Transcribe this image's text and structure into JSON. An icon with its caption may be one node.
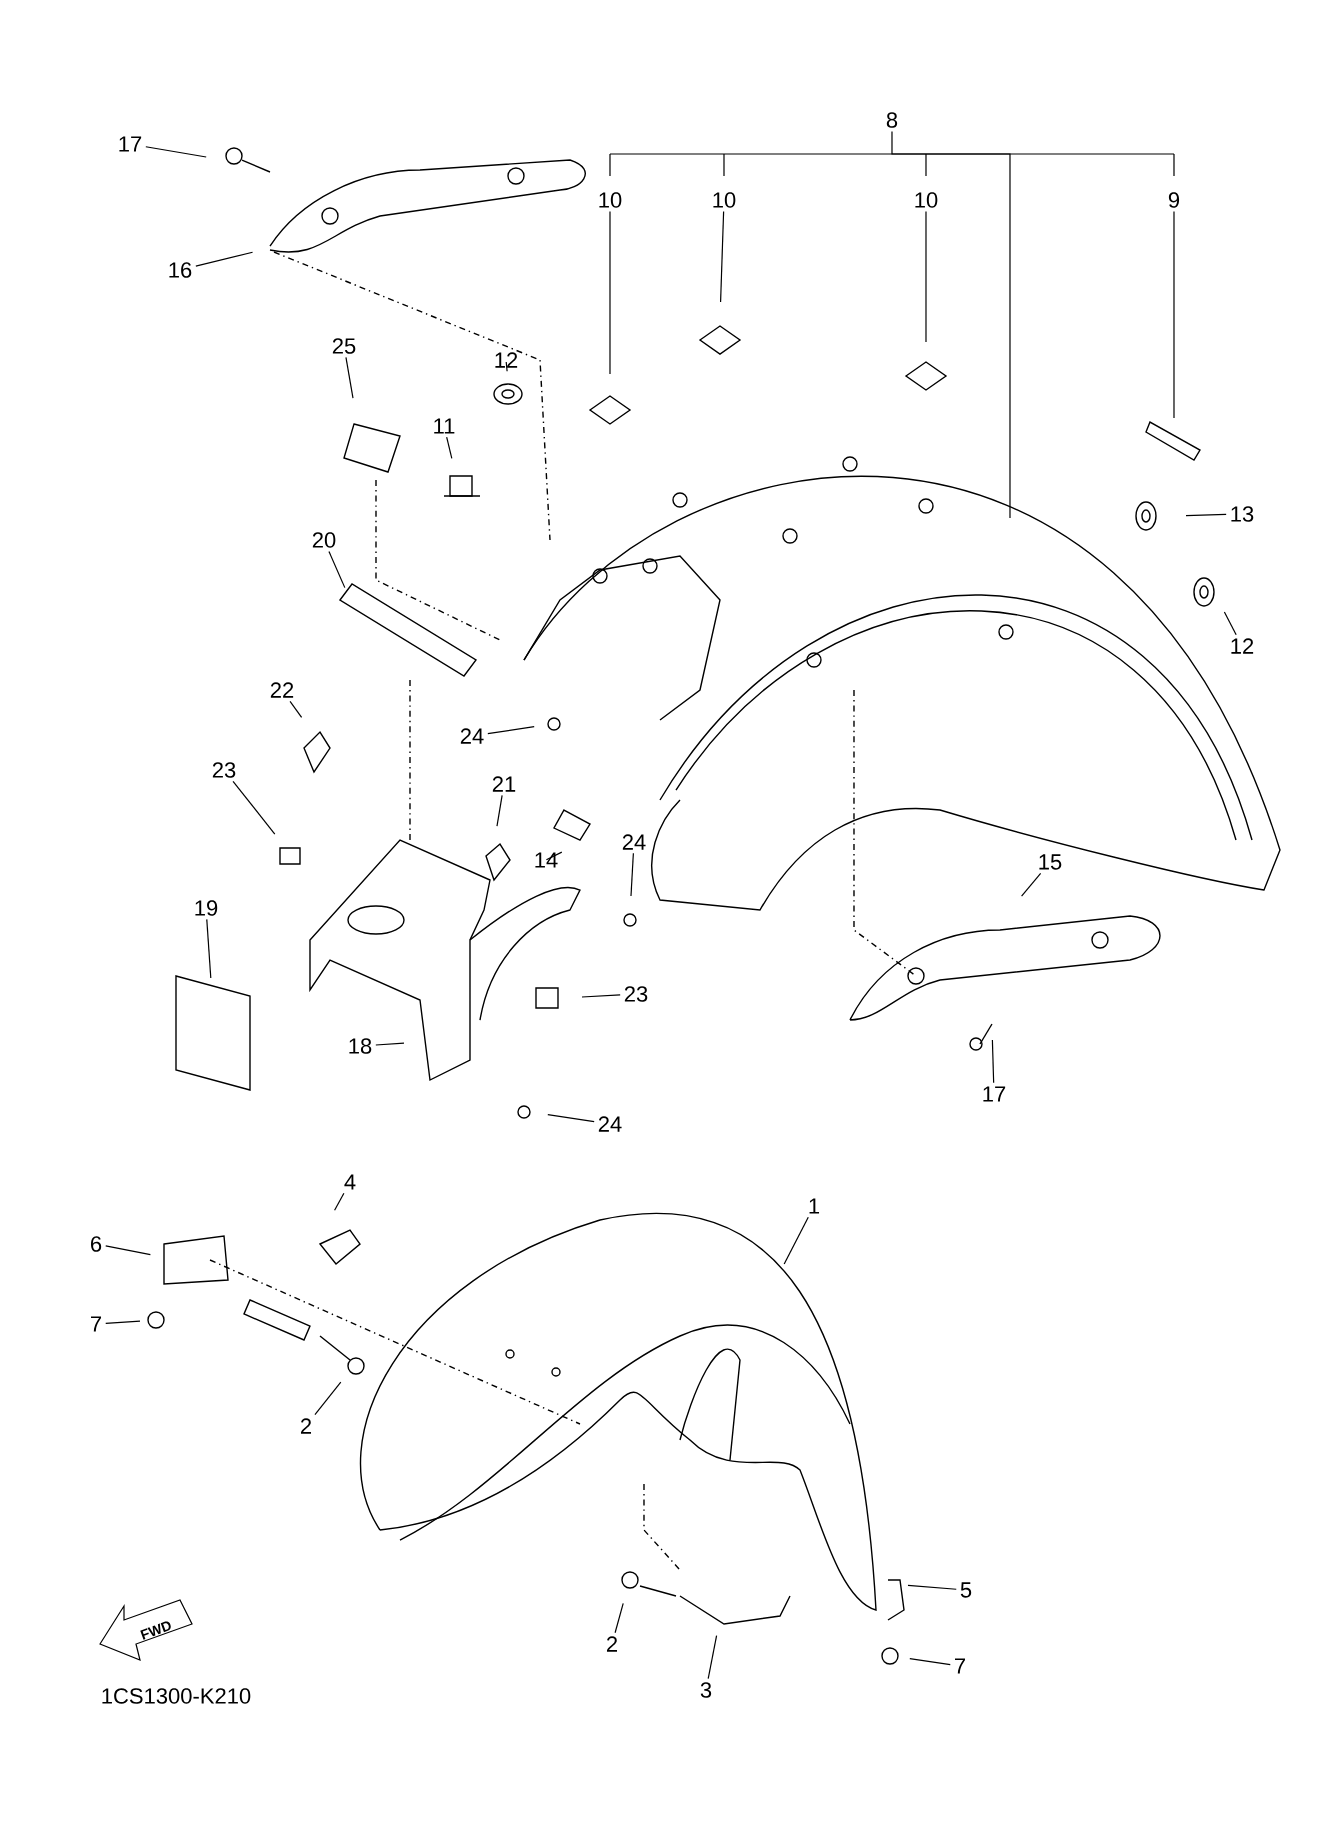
{
  "diagram": {
    "nodes": [
      {
        "text": [
          "17"
        ]
      },
      {
        "text": [
          "16"
        ]
      },
      {
        "text": [
          "8"
        ]
      },
      {
        "text": [
          "10"
        ]
      },
      {
        "text": [
          "10"
        ]
      },
      {
        "text": [
          "10"
        ]
      },
      {
        "text": [
          "9"
        ]
      },
      {
        "text": [
          "25"
        ]
      },
      {
        "text": [
          "12"
        ]
      },
      {
        "text": [
          "11"
        ]
      },
      {
        "text": [
          "20"
        ]
      },
      {
        "text": [
          "22"
        ]
      },
      {
        "text": [
          "24"
        ]
      },
      {
        "text": [
          "23"
        ]
      },
      {
        "text": [
          "21"
        ]
      },
      {
        "text": [
          "14"
        ]
      },
      {
        "text": [
          "24"
        ]
      },
      {
        "text": [
          "13"
        ]
      },
      {
        "text": [
          "12"
        ]
      },
      {
        "text": [
          "15"
        ]
      },
      {
        "text": [
          "19"
        ]
      },
      {
        "text": [
          "23"
        ]
      },
      {
        "text": [
          "18"
        ]
      },
      {
        "text": [
          "24"
        ]
      },
      {
        "text": [
          "17"
        ]
      },
      {
        "text": [
          "4"
        ]
      },
      {
        "text": [
          "1"
        ]
      },
      {
        "text": [
          "6"
        ]
      },
      {
        "text": [
          "7"
        ]
      },
      {
        "text": [
          "2"
        ]
      },
      {
        "text": [
          "5"
        ]
      },
      {
        "text": [
          "2"
        ]
      },
      {
        "text": [
          "3"
        ]
      },
      {
        "text": [
          "7"
        ]
      }
    ],
    "edges": [
      {
        "from": 0,
        "to": null,
        "arrow": "none"
      },
      {
        "from": 1,
        "to": null,
        "arrow": "none"
      },
      {
        "from": 2,
        "to": null,
        "arrow": "none"
      },
      {
        "from": 3,
        "to": null,
        "arrow": "none"
      },
      {
        "from": 4,
        "to": null,
        "arrow": "none"
      },
      {
        "from": 5,
        "to": null,
        "arrow": "none"
      },
      {
        "from": 6,
        "to": null,
        "arrow": "none"
      },
      {
        "from": 7,
        "to": null,
        "arrow": "none"
      },
      {
        "from": 8,
        "to": null,
        "arrow": "none"
      },
      {
        "from": 9,
        "to": null,
        "arrow": "none"
      },
      {
        "from": 10,
        "to": null,
        "arrow": "none"
      },
      {
        "from": 11,
        "to": null,
        "arrow": "none"
      },
      {
        "from": 12,
        "to": null,
        "arrow": "none"
      },
      {
        "from": 13,
        "to": null,
        "arrow": "none"
      },
      {
        "from": 14,
        "to": null,
        "arrow": "none"
      },
      {
        "from": 15,
        "to": null,
        "arrow": "none"
      },
      {
        "from": 16,
        "to": null,
        "arrow": "none"
      },
      {
        "from": 17,
        "to": null,
        "arrow": "none"
      },
      {
        "from": 18,
        "to": null,
        "arrow": "none"
      },
      {
        "from": 19,
        "to": null,
        "arrow": "none"
      },
      {
        "from": 20,
        "to": null,
        "arrow": "none"
      },
      {
        "from": 21,
        "to": null,
        "arrow": "none"
      },
      {
        "from": 22,
        "to": null,
        "arrow": "none"
      },
      {
        "from": 23,
        "to": null,
        "arrow": "none"
      },
      {
        "from": 24,
        "to": null,
        "arrow": "none"
      },
      {
        "from": 25,
        "to": null,
        "arrow": "none"
      },
      {
        "from": 26,
        "to": null,
        "arrow": "none"
      },
      {
        "from": 27,
        "to": null,
        "arrow": "none"
      },
      {
        "from": 28,
        "to": null,
        "arrow": "none"
      },
      {
        "from": 29,
        "to": null,
        "arrow": "none"
      },
      {
        "from": 30,
        "to": null,
        "arrow": "none"
      },
      {
        "from": 31,
        "to": null,
        "arrow": "none"
      },
      {
        "from": 32,
        "to": null,
        "arrow": "none"
      },
      {
        "from": 33,
        "to": null,
        "arrow": "none"
      }
    ],
    "labels": [
      "FWD",
      "1CS1300-K210"
    ]
  }
}
